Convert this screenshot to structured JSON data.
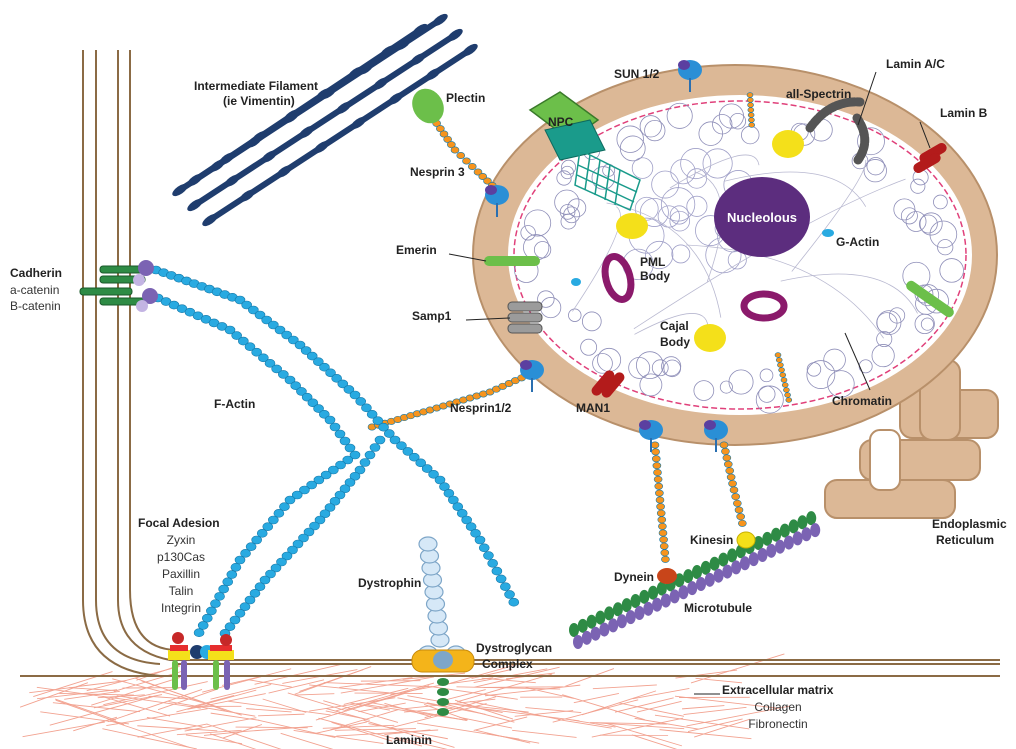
{
  "labels": {
    "intermediate_filament_1": "Intermediate Filament",
    "intermediate_filament_2": "(ie Vimentin)",
    "plectin": "Plectin",
    "nesprin3": "Nesprin 3",
    "sun": "SUN 1/2",
    "npc": "NPC",
    "all_spectrin": "all-Spectrin",
    "lamin_ac": "Lamin A/C",
    "lamin_b": "Lamin B",
    "nucleolous": "Nucleolous",
    "g_actin": "G-Actin",
    "emerin": "Emerin",
    "pml_1": "PML",
    "pml_2": "Body",
    "samp1": "Samp1",
    "cajal_1": "Cajal",
    "cajal_2": "Body",
    "nesprin12": "Nesprin1/2",
    "man1": "MAN1",
    "chromatin": "Chromatin",
    "f_actin": "F-Actin",
    "cadherin": "Cadherin",
    "a_catenin": "a-catenin",
    "b_catenin": "B-catenin",
    "focal_adhesion": "Focal Adesion",
    "zyxin": "Zyxin",
    "p130cas": "p130Cas",
    "paxillin": "Paxillin",
    "talin": "Talin",
    "integrin": "Integrin",
    "dystrophin": "Dystrophin",
    "dystroglycan_1": "Dystroglycan",
    "dystroglycan_2": "Complex",
    "laminin": "Laminin",
    "kinesin": "Kinesin",
    "dynein": "Dynein",
    "microtubule": "Microtubule",
    "er_1": "Endoplasmic",
    "er_2": "Reticulum",
    "ecm": "Extracellular matrix",
    "collagen": "Collagen",
    "fibronectin": "Fibronectin"
  },
  "colors": {
    "nuclear_envelope": "#dcb896",
    "nucleolus": "#5c2d7e",
    "f_actin": "#29aae1",
    "nesprin": "#f7941d",
    "intermediate_filament": "#1f3d6e",
    "emerin": "#6cbf4a",
    "lamin_b": "#b31b1b",
    "microtubule_green": "#2e8b45",
    "microtubule_purple": "#7b63b3",
    "cajal": "#f4e01a",
    "pml": "#8b1a6b",
    "ecm": "#f2a290"
  }
}
